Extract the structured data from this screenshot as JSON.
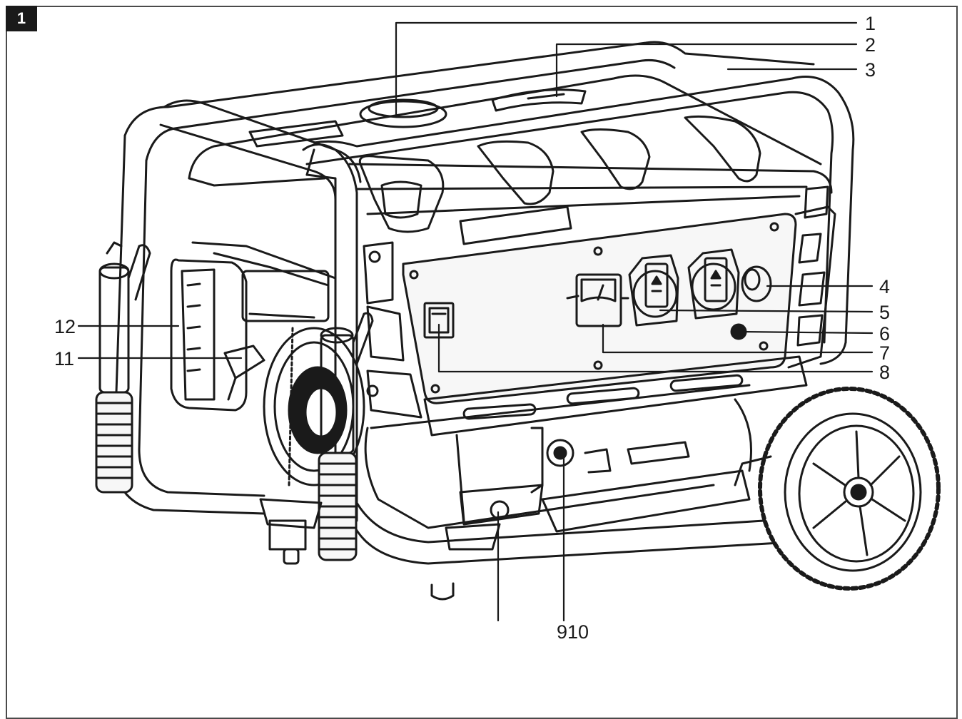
{
  "figure": {
    "number": "1"
  },
  "callouts": [
    {
      "id": "1",
      "label": "1"
    },
    {
      "id": "2",
      "label": "2"
    },
    {
      "id": "3",
      "label": "3"
    },
    {
      "id": "4",
      "label": "4"
    },
    {
      "id": "5",
      "label": "5"
    },
    {
      "id": "6",
      "label": "6"
    },
    {
      "id": "7",
      "label": "7"
    },
    {
      "id": "8",
      "label": "8"
    },
    {
      "id": "910",
      "label": "910"
    },
    {
      "id": "11",
      "label": "11"
    },
    {
      "id": "12",
      "label": "12"
    }
  ],
  "colors": {
    "ink": "#1a1a1a",
    "frame": "#4a4a4a",
    "tint": "#f7f7f7",
    "background": "#ffffff"
  }
}
